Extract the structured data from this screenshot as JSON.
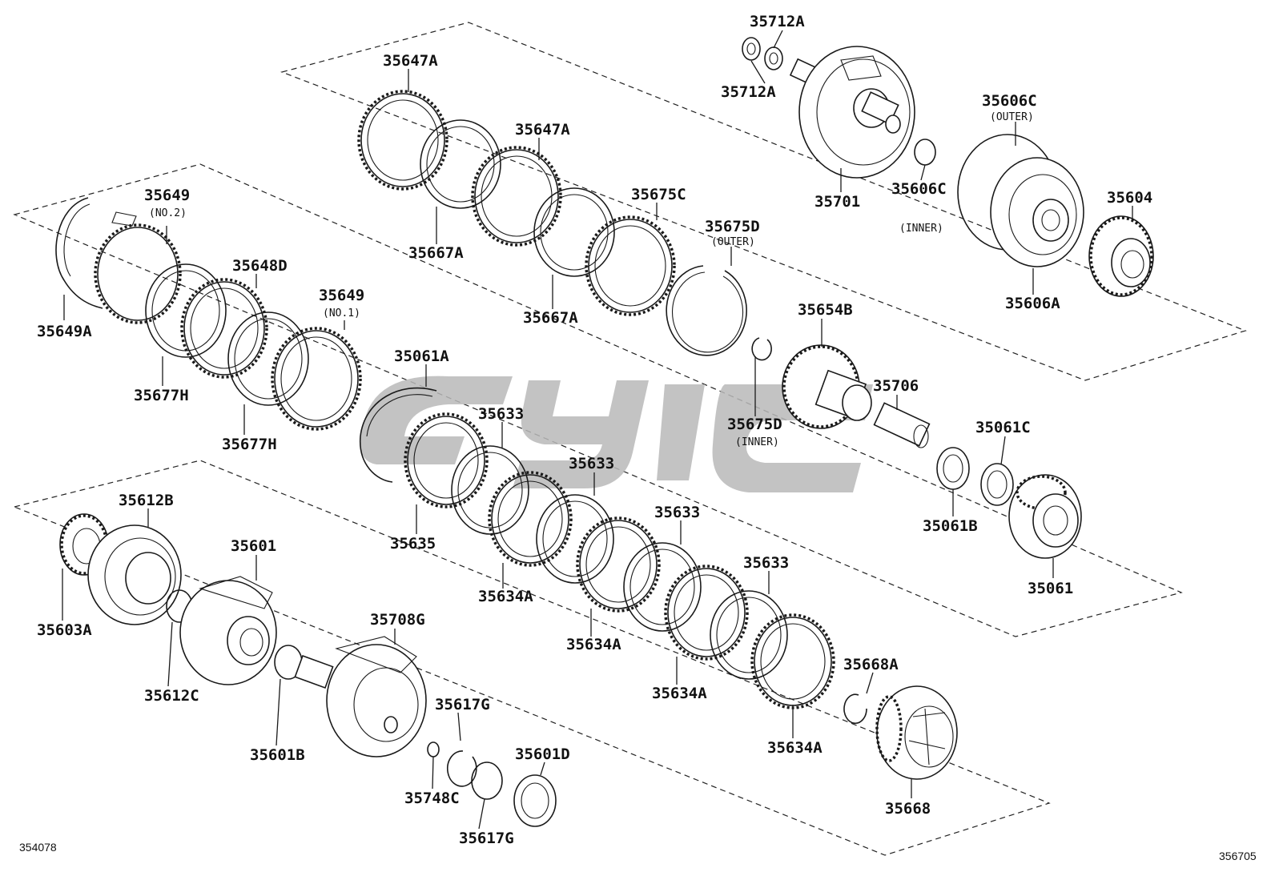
{
  "diagram": {
    "labels": {
      "p35712A_top": "35712A",
      "p35712A_bot": "35712A",
      "p35647A_1": "35647A",
      "p35647A_2": "35647A",
      "p35606C_outer": "35606C",
      "p35606C_inner": "35606C",
      "p35701": "35701",
      "p35604": "35604",
      "p35606A": "35606A",
      "p35649_no2": "35649",
      "p35675C": "35675C",
      "p35675D_outer": "35675D",
      "p35667A_1": "35667A",
      "p35667A_2": "35667A",
      "p35648D": "35648D",
      "p35649_no1": "35649",
      "p35649A": "35649A",
      "p35654B": "35654B",
      "p35061A": "35061A",
      "p35677H_1": "35677H",
      "p35677H_2": "35677H",
      "p35706": "35706",
      "p35675D_inner": "35675D",
      "p35633_1": "35633",
      "p35061C": "35061C",
      "p35633_2": "35633",
      "p35612B": "35612B",
      "p35633_3": "35633",
      "p35061B": "35061B",
      "p35635": "35635",
      "p35601": "35601",
      "p35633_4": "35633",
      "p35634A_1": "35634A",
      "p35061": "35061",
      "p35603A": "35603A",
      "p35708G": "35708G",
      "p35634A_2": "35634A",
      "p35668A": "35668A",
      "p35612C": "35612C",
      "p35634A_3": "35634A",
      "p35617G_1": "35617G",
      "p35634A_4": "35634A",
      "p35601B": "35601B",
      "p35601D": "35601D",
      "p35748C": "35748C",
      "p35668": "35668",
      "p35617G_2": "35617G"
    },
    "sublabels": {
      "outer_1": "(OUTER)",
      "inner_1": "(INNER)",
      "no2": "(NO.2)",
      "outer_2": "(OUTER)",
      "no1": "(NO.1)",
      "inner_2": "(INNER)"
    },
    "codes": {
      "left": "354078",
      "right": "356705"
    }
  }
}
